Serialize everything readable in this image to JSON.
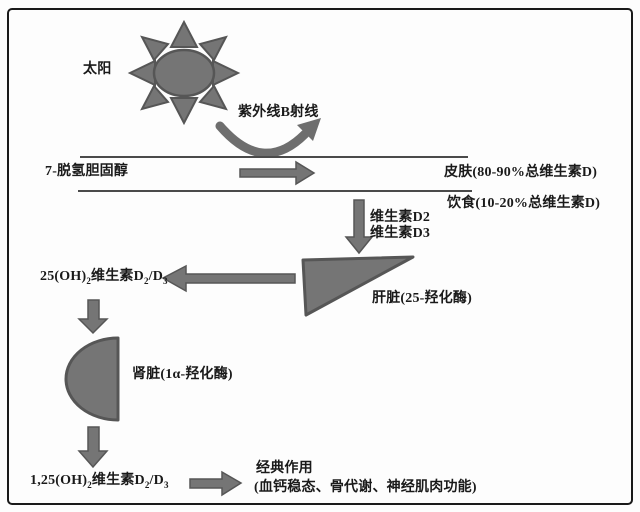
{
  "labels": {
    "sun": "太阳",
    "uvb": "紫外线B射线",
    "precursor": "7-脱氢胆固醇",
    "skin": "皮肤(80-90%总维生素D)",
    "diet": "饮食(10-20%总维生素D)",
    "vitd2": "维生素D2",
    "vitd3": "维生素D3",
    "liver": "肝脏(25-羟化酶)",
    "kidney": "肾脏(1α-羟化酶)",
    "classic_title": "经典作用",
    "classic_detail": "(血钙稳态、骨代谢、神经肌肉功能)"
  },
  "metabolites": {
    "m25": {
      "p1": "25(OH)",
      "s1": "2",
      "p2": "维生素D",
      "s2": "2",
      "p3": "/D",
      "s3": "3"
    },
    "m125": {
      "p1": "1,25(OH)",
      "s1": "2",
      "p2": "维生素D",
      "s2": "2",
      "p3": "/D",
      "s3": "3"
    }
  },
  "icons": {
    "sun": "sun-icon",
    "uvb_arrow": "curved-arrow-icon",
    "skin_arrow": "right-arrow-icon",
    "vitamin_down_arrow": "down-arrow-icon",
    "liver_triangle": "liver-triangle-icon",
    "liver_left_arrow": "left-arrow-icon",
    "kidney_shape": "kidney-half-circle-icon",
    "classic_arrow": "right-arrow-icon"
  },
  "colors": {
    "shape_fill": "#757575",
    "shape_stroke": "#565656",
    "line": "#4a4a4a",
    "text": "#1a1a1a",
    "border": "#1a1a1a",
    "background": "#fdfdfd"
  }
}
